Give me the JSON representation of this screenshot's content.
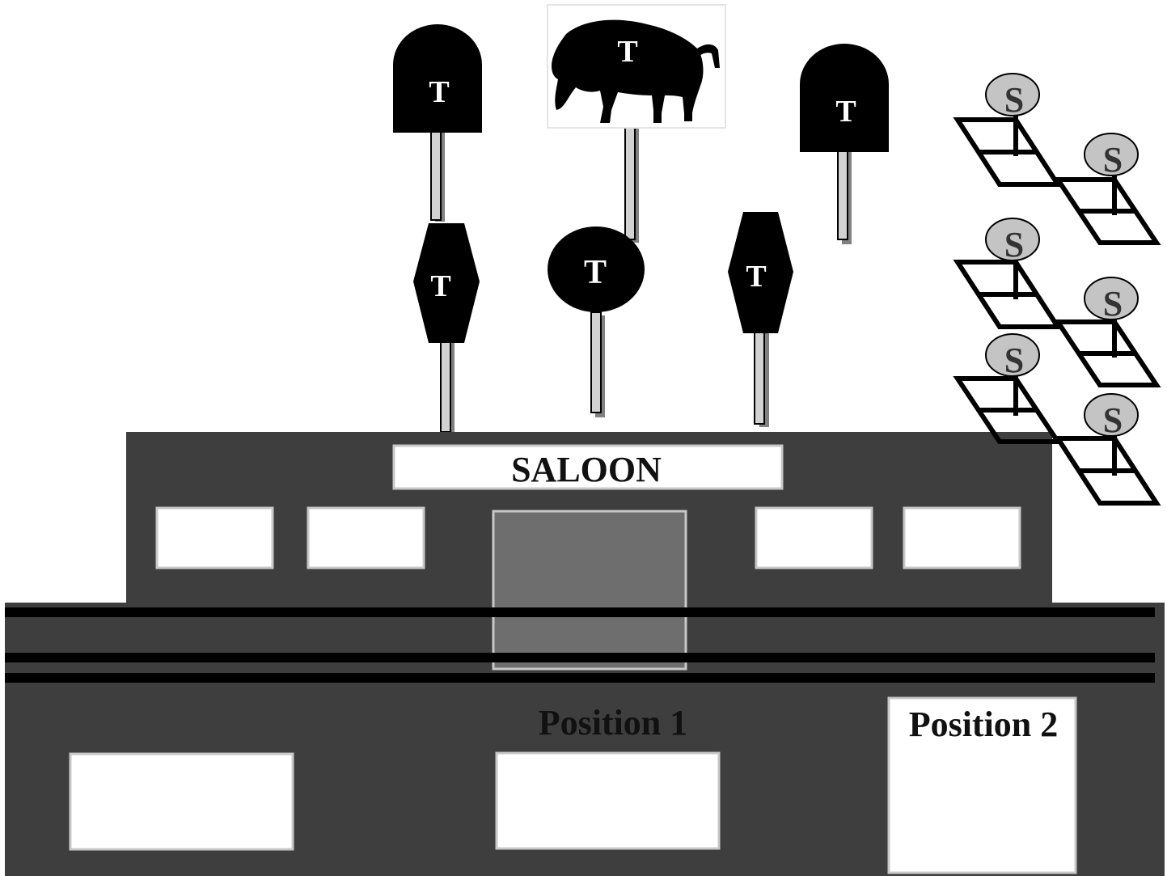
{
  "colors": {
    "background": "#ffffff",
    "building": "#3e3e3e",
    "door": "#6e6e6e",
    "window": "#ffffff",
    "window_border": "#c8c8c8",
    "sign": "#000000",
    "pole": "#d2d2d2",
    "satellite_dish": "#c4c4c4",
    "text_dark": "#111111",
    "text_light": "#ffffff"
  },
  "scene": {
    "building_sign": "SALOON",
    "position_1_label": "Position 1",
    "position_2_label": "Position 2"
  },
  "targets": [
    {
      "id": "tombstone-left",
      "shape": "tombstone",
      "label": "T"
    },
    {
      "id": "buffalo",
      "shape": "buffalo",
      "label": "T"
    },
    {
      "id": "tombstone-right",
      "shape": "tombstone",
      "label": "T"
    },
    {
      "id": "hexagon-left",
      "shape": "hexagon",
      "label": "T"
    },
    {
      "id": "circle",
      "shape": "circle",
      "label": "T"
    },
    {
      "id": "hexagon-right",
      "shape": "hexagon",
      "label": "T"
    }
  ],
  "satellites": [
    {
      "id": "sat-1",
      "label": "S"
    },
    {
      "id": "sat-2",
      "label": "S"
    },
    {
      "id": "sat-3",
      "label": "S"
    },
    {
      "id": "sat-4",
      "label": "S"
    },
    {
      "id": "sat-5",
      "label": "S"
    },
    {
      "id": "sat-6",
      "label": "S"
    }
  ]
}
